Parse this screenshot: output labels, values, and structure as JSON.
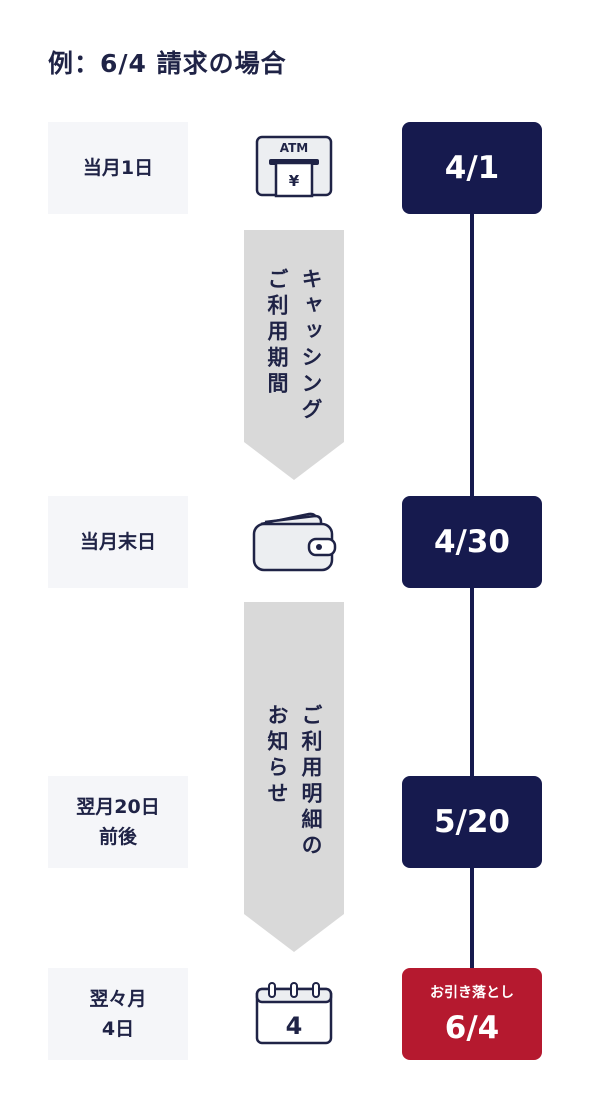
{
  "title": "例：6/4 請求の場合",
  "rows": [
    {
      "label_line1": "当月1日",
      "label_line2": "",
      "icon": "atm-icon",
      "atm_text": "ATM",
      "yen_text": "¥",
      "date": "4/1",
      "note": ""
    },
    {
      "label_line1": "当月末日",
      "label_line2": "",
      "icon": "wallet-icon",
      "date": "4/30",
      "note": ""
    },
    {
      "label_line1": "翌月20日",
      "label_line2": "前後",
      "icon": "",
      "date": "5/20",
      "note": ""
    },
    {
      "label_line1": "翌々月",
      "label_line2": "4日",
      "icon": "calendar-icon",
      "calendar_text": "4",
      "date": "6/4",
      "note": "お引き落とし"
    }
  ],
  "arrows": [
    {
      "col1": "キャッシング",
      "col2": "ご利用期間"
    },
    {
      "col1": "ご利用明細の",
      "col2": "お知らせ"
    }
  ],
  "colors": {
    "navy": "#161a4e",
    "red": "#b5192f",
    "label_bg": "#f5f6f9",
    "arrow_fill": "#d9d9d9"
  }
}
